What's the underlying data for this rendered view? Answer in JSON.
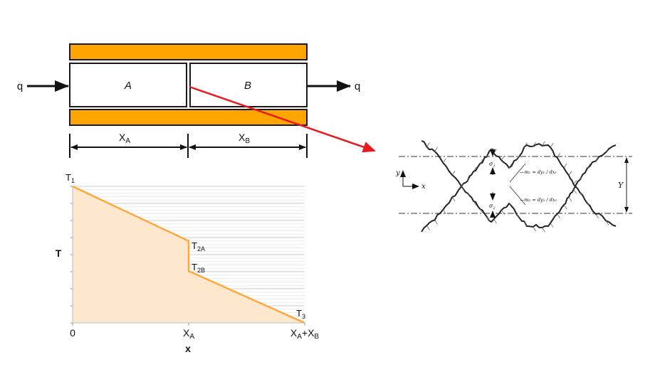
{
  "colors": {
    "wall": "#ffa500",
    "outline": "#1a1a1a",
    "profile": "#ffa53a",
    "profile_fill": "#fde8cd",
    "arrow_red": "#e8191f",
    "grid": "#d9d9d9",
    "rough": "#222222"
  },
  "heat_flow": {
    "in_label": "q",
    "out_label": "q"
  },
  "regions": {
    "a_label": "A",
    "b_label": "B"
  },
  "dimensions": {
    "xa_main": "X",
    "xa_sub": "A",
    "xb_main": "X",
    "xb_sub": "B"
  },
  "chart_data": {
    "type": "line",
    "x": [
      0,
      1,
      1,
      2
    ],
    "y": [
      1.0,
      0.6,
      0.38,
      0.0
    ],
    "ylabel": "T",
    "xlabel": "x",
    "x_ticks": [
      {
        "main": "0",
        "sub": ""
      },
      {
        "main": "X",
        "sub": "A"
      },
      {
        "main": "X",
        "sub": "A",
        "plus": "+X",
        "sub2": "B"
      }
    ],
    "points": [
      {
        "main": "T",
        "sub": "1"
      },
      {
        "main": "T",
        "sub": "2A"
      },
      {
        "main": "T",
        "sub": "2B"
      },
      {
        "main": "T",
        "sub": "3"
      }
    ],
    "xlim": [
      0,
      2
    ],
    "ylim": [
      0,
      1
    ],
    "grid": true
  },
  "contact": {
    "axis_y": "y",
    "axis_x": "x",
    "sigma1": "σ",
    "sigma1_sub": "1",
    "sigma2": "σ",
    "sigma2_sub": "2",
    "slope1": "—m₁ = dy₁ / dx₁",
    "slope2": "—m₂ = dy₂ / dx₂",
    "gap": "Y"
  }
}
